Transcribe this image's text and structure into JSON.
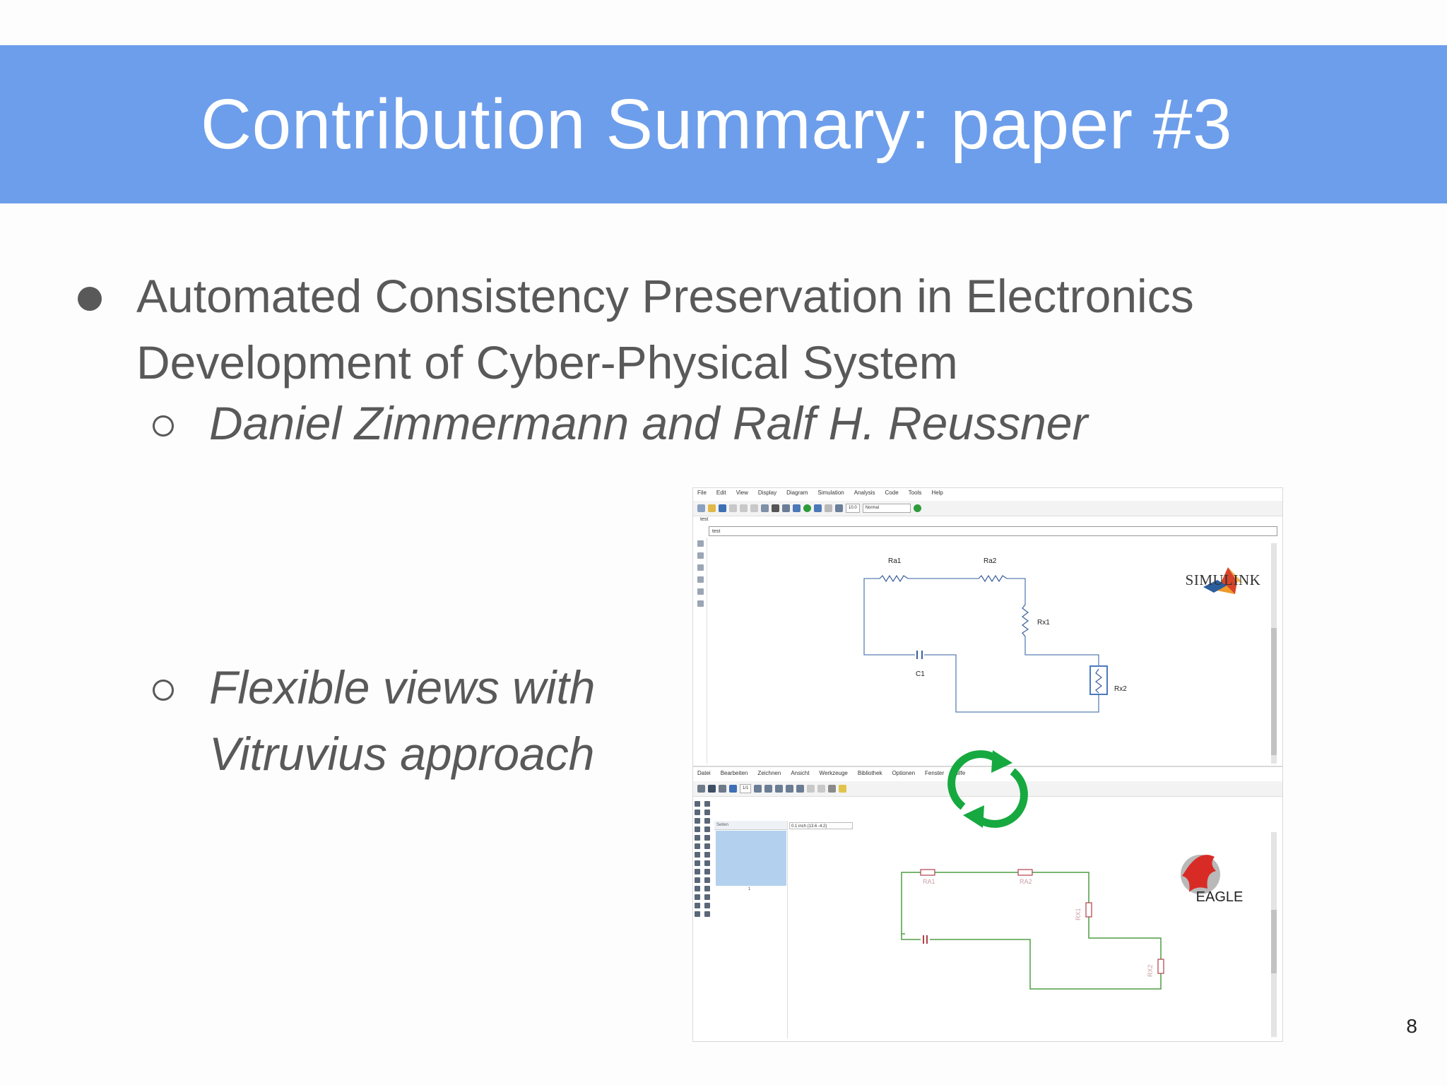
{
  "slide": {
    "title": "Contribution Summary: paper #3",
    "bullet_main": "Automated Consistency Preservation in Electronics Development of Cyber-Physical System",
    "sub_authors": "Daniel Zimmermann and Ralf H. Reussner",
    "sub_views": "Flexible views with Vitruvius approach",
    "page_number": "8",
    "accent_color": "#6d9eeb"
  },
  "simulink_pane": {
    "menu": [
      "File",
      "Edit",
      "View",
      "Display",
      "Diagram",
      "Simulation",
      "Analysis",
      "Code",
      "Tools",
      "Help"
    ],
    "stop_time": "10.0",
    "mode": "Normal",
    "tab": "test",
    "path": "test",
    "labels": {
      "ra1": "Ra1",
      "ra2": "Ra2",
      "rx1": "Rx1",
      "rx2": "Rx2",
      "c1": "C1"
    },
    "brand": "SIMULINK"
  },
  "eagle_pane": {
    "menu": [
      "Datei",
      "Bearbeiten",
      "Zeichnen",
      "Ansicht",
      "Werkzeuge",
      "Bibliothek",
      "Optionen",
      "Fenster",
      "Hilfe"
    ],
    "page_select": "1/1",
    "sidebar_header": "Seiten",
    "sheet_number": "1",
    "coordinates": "0.1 inch (13.6 -4.2)",
    "labels": {
      "ra1": "RA1",
      "ra2": "RA2",
      "rx1": "RX1",
      "rx2": "RX2"
    },
    "brand": "EAGLE"
  }
}
